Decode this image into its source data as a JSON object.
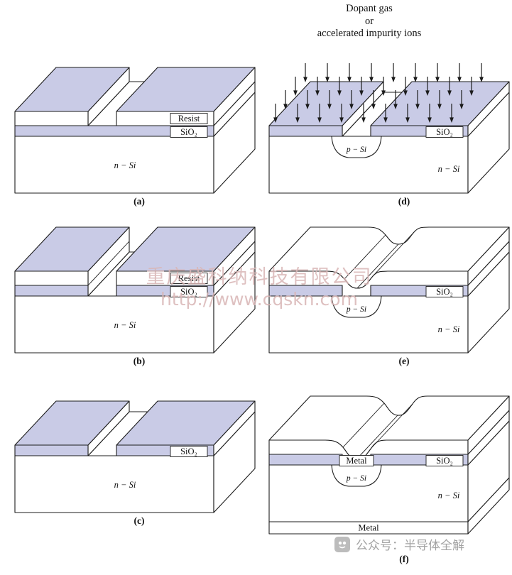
{
  "figure": {
    "header": {
      "line1": "Dopant gas",
      "line2": "or",
      "line3": "accelerated impurity ions"
    },
    "labels": {
      "resist": "Resist",
      "sio2": "SiO₂",
      "n_si": "n − Si",
      "p_si": "p − Si",
      "metal": "Metal"
    },
    "captions": {
      "a": "(a)",
      "b": "(b)",
      "c": "(c)",
      "d": "(d)",
      "e": "(e)",
      "f": "(f)"
    }
  },
  "watermark": {
    "company": "重庆盛科纳科技有限公司",
    "url": "http://www.cqskn.com",
    "badge": "公众号：半导体全解"
  },
  "colors": {
    "oxide_fill": "#c9cbe6",
    "line": "#1c1c1c",
    "company_pink": "#d9b6b6",
    "badge_gray": "#9a9a9a",
    "background": "#ffffff"
  }
}
